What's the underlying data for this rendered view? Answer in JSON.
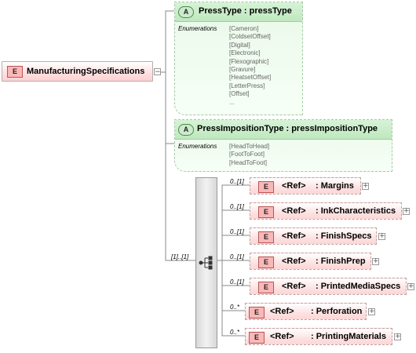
{
  "root": {
    "tag": "E",
    "name": "ManufacturingSpecifications"
  },
  "attributes": [
    {
      "tag": "A",
      "name": "PressType : pressType",
      "enum_label": "Enumerations",
      "values": [
        "[Cameron]",
        "[ColdsetOffset]",
        "[Digital]",
        "[Electronic]",
        "[Flexographic]",
        "[Gravure]",
        "[HeatsetOffset]",
        "[LetterPress]",
        "[Offset]",
        "..."
      ]
    },
    {
      "tag": "A",
      "name": "PressImpositionType : pressImpositionType",
      "enum_label": "Enumerations",
      "values": [
        "[HeadToHead]",
        "[FootToFoot]",
        "[HeadToFoot]"
      ]
    }
  ],
  "sequence": {
    "cardinality": "[1]..[1]"
  },
  "children": [
    {
      "card": "0..[1]",
      "tag": "E",
      "ref": "<Ref>",
      "name": ": Margins"
    },
    {
      "card": "0..[1]",
      "tag": "E",
      "ref": "<Ref>",
      "name": ": InkCharacteristics"
    },
    {
      "card": "0..[1]",
      "tag": "E",
      "ref": "<Ref>",
      "name": ": FinishSpecs"
    },
    {
      "card": "0..[1]",
      "tag": "E",
      "ref": "<Ref>",
      "name": ": FinishPrep"
    },
    {
      "card": "0..[1]",
      "tag": "E",
      "ref": "<Ref>",
      "name": ": PrintedMediaSpecs"
    },
    {
      "card": "0..*",
      "tag": "E",
      "ref": "<Ref>",
      "name": ": Perforation"
    },
    {
      "card": "0..*",
      "tag": "E",
      "ref": "<Ref>",
      "name": ": PrintingMaterials"
    }
  ]
}
